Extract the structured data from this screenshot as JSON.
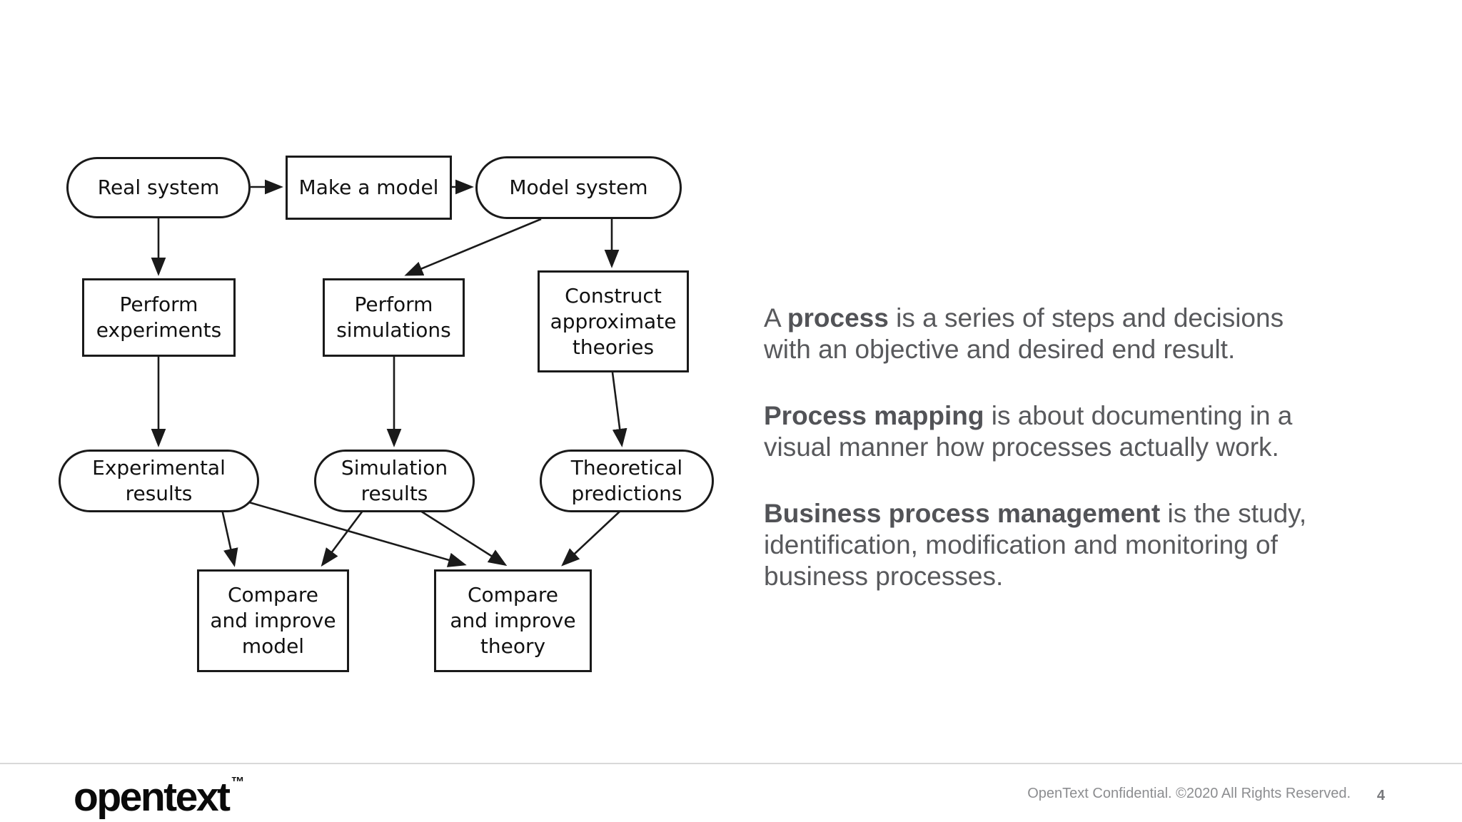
{
  "diagram": {
    "nodes": [
      {
        "id": "real-system",
        "shape": "stadium",
        "label": "Real system"
      },
      {
        "id": "make-a-model",
        "shape": "rect",
        "label": "Make a model"
      },
      {
        "id": "model-system",
        "shape": "stadium",
        "label": "Model system"
      },
      {
        "id": "perform-experiments",
        "shape": "rect",
        "label": "Perform\nexperiments"
      },
      {
        "id": "perform-simulations",
        "shape": "rect",
        "label": "Perform\nsimulations"
      },
      {
        "id": "construct-theories",
        "shape": "rect",
        "label": "Construct\napproximate\ntheories"
      },
      {
        "id": "experimental-results",
        "shape": "stadium",
        "label": "Experimental\nresults"
      },
      {
        "id": "simulation-results",
        "shape": "stadium",
        "label": "Simulation\nresults"
      },
      {
        "id": "theoretical-predictions",
        "shape": "stadium",
        "label": "Theoretical\npredictions"
      },
      {
        "id": "compare-model",
        "shape": "rect",
        "label": "Compare\nand improve\nmodel"
      },
      {
        "id": "compare-theory",
        "shape": "rect",
        "label": "Compare\nand improve\ntheory"
      }
    ],
    "edges": [
      {
        "from": "real-system",
        "to": "make-a-model"
      },
      {
        "from": "make-a-model",
        "to": "model-system"
      },
      {
        "from": "real-system",
        "to": "perform-experiments"
      },
      {
        "from": "model-system",
        "to": "perform-simulations"
      },
      {
        "from": "model-system",
        "to": "construct-theories"
      },
      {
        "from": "perform-experiments",
        "to": "experimental-results"
      },
      {
        "from": "perform-simulations",
        "to": "simulation-results"
      },
      {
        "from": "construct-theories",
        "to": "theoretical-predictions"
      },
      {
        "from": "experimental-results",
        "to": "compare-model"
      },
      {
        "from": "experimental-results",
        "to": "compare-theory"
      },
      {
        "from": "simulation-results",
        "to": "compare-model"
      },
      {
        "from": "simulation-results",
        "to": "compare-theory"
      },
      {
        "from": "theoretical-predictions",
        "to": "compare-theory"
      }
    ],
    "stroke_color": "#1a1a1a"
  },
  "body": {
    "paragraphs": [
      {
        "prefix": "A ",
        "bold": "process",
        "rest": " is a series of steps and decisions\nwith an objective and desired end result."
      },
      {
        "prefix": "",
        "bold": "Process mapping",
        "rest": " is about documenting in a\nvisual manner how processes actually work."
      },
      {
        "prefix": "",
        "bold": "Business process management",
        "rest": " is the study,\nidentification, modification and monitoring of\nbusiness processes."
      }
    ],
    "text_color": "#58595c"
  },
  "footer": {
    "logo_text": "opentext",
    "logo_trademark": "™",
    "confidential_text": "OpenText Confidential. ©2020 All Rights Reserved.",
    "page_number": "4"
  }
}
